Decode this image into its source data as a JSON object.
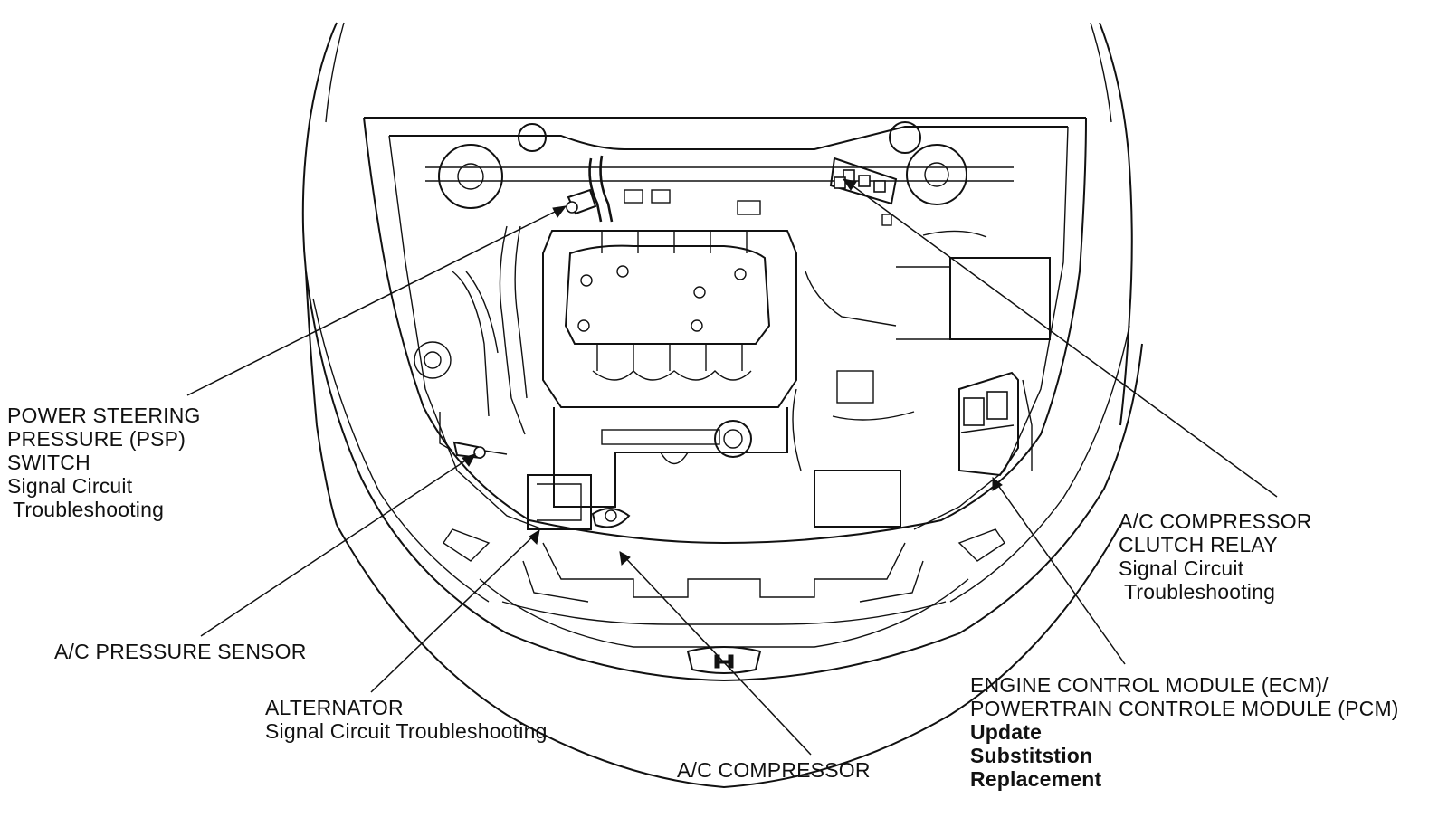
{
  "labels": {
    "psp": {
      "line1": "POWER STEERING",
      "line2": "PRESSURE (PSP)",
      "line3": "SWITCH",
      "line4": "Signal Circuit",
      "line5": "Troubleshooting"
    },
    "ac_pressure_sensor": {
      "line1": "A/C PRESSURE SENSOR"
    },
    "alternator": {
      "line1": "ALTERNATOR",
      "line2": "Signal Circuit Troubleshooting"
    },
    "ac_compressor": {
      "line1": "A/C COMPRESSOR"
    },
    "ac_clutch_relay": {
      "line1": "A/C COMPRESSOR",
      "line2": "CLUTCH RELAY",
      "line3": "Signal Circuit",
      "line4": "Troubleshooting"
    },
    "ecm": {
      "line1": "ENGINE CONTROL MODULE (ECM)/",
      "line2": "POWERTRAIN CONTROLE MODULE (PCM)",
      "line3": "Update",
      "line4": "Substitstion",
      "line5": "Replacement"
    }
  },
  "colors": {
    "ink": "#111111",
    "paper": "#ffffff"
  }
}
